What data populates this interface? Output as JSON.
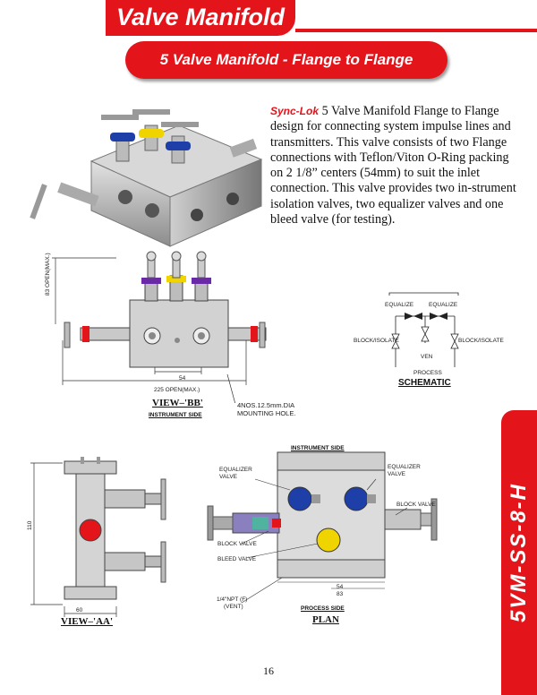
{
  "header": {
    "title": "Valve Manifold",
    "subtitle": "5 Valve Manifold - Flange to Flange"
  },
  "description": {
    "brand": "Sync-Lok",
    "text": " 5 Valve Manifold Flange to Flange design for connecting system impulse lines and transmitters. This valve consists of two Flange connections with Teflon/Viton O-Ring packing on 2 1/8” centers (54mm) to suit the inlet connection. This valve provides two in-strument isolation valves, two equalizer valves and one bleed valve (for testing)."
  },
  "side_code": "5VM-SS-8-H",
  "page_number": "16",
  "view_bb": {
    "dim_height": "83 OPEN(MAX.)",
    "dim_54": "54",
    "dim_225": "225 OPEN(MAX.)",
    "view_label": "VIEW–'BB'",
    "side_label": "INSTRUMENT SIDE",
    "note_line1": "4NOS.12.5mm.DIA",
    "note_line2": "MOUNTING HOLE."
  },
  "schematic": {
    "equalize_left": "EQUALIZE",
    "equalize_right": "EQUALIZE",
    "block_left": "BLOCK/ISOLATE",
    "block_right": "BLOCK/ISOLATE",
    "vent": "VEN",
    "process": "PROCESS",
    "title": "SCHEMATIC"
  },
  "view_aa": {
    "dim_110": "110",
    "dim_60": "60",
    "view_label": "VIEW–'AA'"
  },
  "plan": {
    "instrument_side": "INSTRUMENT SIDE",
    "equalizer_left_1": "EQUALIZER",
    "equalizer_left_2": "VALVE",
    "equalizer_right_1": "EQUALIZER",
    "equalizer_right_2": "VALVE",
    "block_valve_right": "BLOCK VALVE",
    "block_valve_left": "BLOCK VALVE",
    "bleed_valve": "BLEED VALVE",
    "vent_1": "1/4\"NPT (F)",
    "vent_2": "(VENT)",
    "dim_54": "54",
    "dim_83": "83",
    "process_side": "PROCESS SIDE",
    "title": "PLAN"
  },
  "colors": {
    "accent": "#e4141b",
    "blue": "#1f3fa8",
    "yellow": "#f0d400",
    "purple": "#6a2aa8"
  }
}
